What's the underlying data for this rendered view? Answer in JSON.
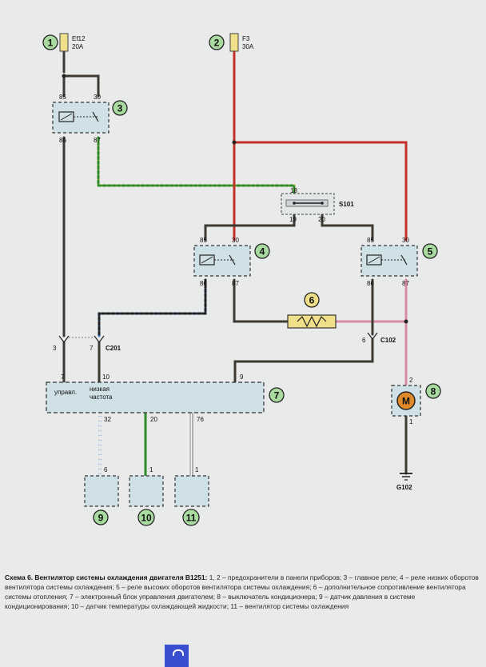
{
  "fuses": [
    {
      "num": "1",
      "name": "Ef12",
      "rating": "20A"
    },
    {
      "num": "2",
      "name": "F3",
      "rating": "30A"
    }
  ],
  "relays": [
    {
      "num": "3",
      "pins": [
        "85",
        "30",
        "86",
        "87"
      ]
    },
    {
      "num": "4",
      "pins": [
        "85",
        "30",
        "86",
        "87"
      ]
    },
    {
      "num": "5",
      "pins": [
        "85",
        "30",
        "86",
        "87"
      ]
    }
  ],
  "connector_s101": {
    "name": "S101",
    "pins": [
      "18",
      "19",
      "20"
    ]
  },
  "connector_c201": {
    "name": "C201",
    "pins": [
      "3",
      "7"
    ]
  },
  "connector_c102": {
    "name": "C102",
    "pins": [
      "6"
    ]
  },
  "resistor_num": "6",
  "ecu": {
    "num": "7",
    "pin_labels": [
      "7",
      "10",
      "9",
      "32",
      "20",
      "76"
    ],
    "text_upravl": "управл.",
    "text_low": "низкая",
    "text_speed": "частота"
  },
  "motor": {
    "num": "8",
    "letter": "M",
    "pins": [
      "2",
      "1"
    ],
    "ground": "G102"
  },
  "sensors": [
    {
      "num": "9",
      "pin": "6"
    },
    {
      "num": "10",
      "pin": "1"
    },
    {
      "num": "11",
      "pin": "1"
    }
  ],
  "caption": {
    "title": "Схема 6. Вентилятор системы охлаждения двигателя B1251:",
    "body": " 1, 2 – предохранители в панели приборов; 3 – главное реле; 4 – реле низких оборотов вентилятора системы охлаждения; 5 – реле высоких оборотов вентилятора системы охлаждения; 6 – дополнительное сопротивление вентилятора системы отопления; 7 – электронный блок управления двигателем; 8 – выключатель кондиционера; 9 – датчик давления в системе кондиционирования; 10 – датчик температуры охлаждающей жидкости; 11 – вентилятор системы охлаждения"
  },
  "colors": {
    "red": "#c4302a",
    "green": "#2e8b2e",
    "yellow": "#e0c43a",
    "blue": "#3d7cc8",
    "pink": "#d98aa8",
    "dark": "#3d3a33",
    "box": "#cfe0e6"
  }
}
